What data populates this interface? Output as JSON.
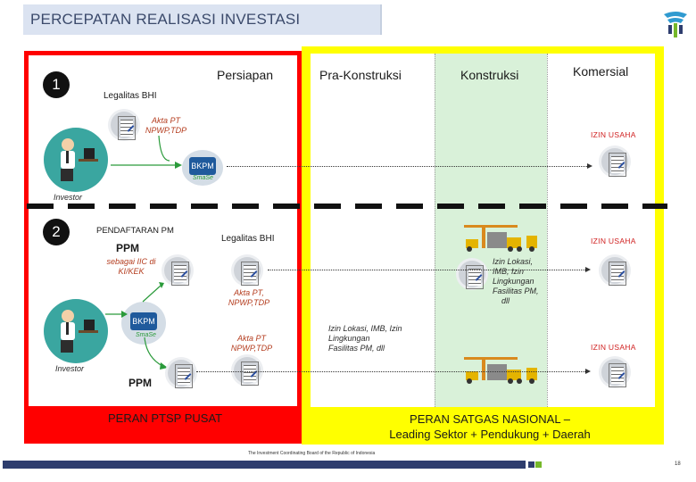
{
  "title": "PERCEPATAN REALISASI INVESTASI",
  "headers": {
    "persiapan": "Persiapan",
    "pra_konstruksi": "Pra-Konstruksi",
    "konstruksi": "Konstruksi",
    "komersial": "Komersial"
  },
  "step1": {
    "number": "1",
    "legalitas": "Legalitas BHI",
    "akta": [
      "Akta PT",
      "NPWP,TDP"
    ],
    "bkpm_sub": "SmaSe",
    "investor": "Investor",
    "izin_usaha": "IZIN USAHA"
  },
  "step2": {
    "number": "2",
    "pendaftaran": "PENDAFTARAN PM",
    "ppm_top": "PPM",
    "sebagai": [
      "sebagai IIC di",
      "KI/KEK"
    ],
    "legalitas": "Legalitas BHI",
    "izin_usaha_1": "IZIN USAHA",
    "izin_lokasi_1": [
      "Izin Lokasi,",
      "IMB, Izin",
      "Lingkungan",
      "Fasilitas PM,",
      "dll"
    ],
    "akta_mid": [
      "Akta PT,",
      "NPWP,TDP"
    ],
    "akta_low": [
      "Akta PT",
      "NPWP,TDP"
    ],
    "izin_lokasi_2": [
      "Izin Lokasi, IMB, Izin",
      "Lingkungan",
      "Fasilitas PM, dll"
    ],
    "izin_usaha_2": "IZIN USAHA",
    "bkpm_sub": "SmaSe",
    "investor": "Investor",
    "ppm_bottom": "PPM"
  },
  "bkpm_label": "BKPM",
  "roles": {
    "ptsp": "PERAN PTSP PUSAT",
    "satgas_line1": "PERAN SATGAS NASIONAL –",
    "satgas_line2": "Leading Sektor + Pendukung + Daerah"
  },
  "footer": {
    "org": "The Investment Coordinating Board of the Republic of Indonesia",
    "page": "18"
  },
  "colors": {
    "red": "#ff0000",
    "yellow": "#ffff00",
    "green_column": "#c9ebc9",
    "navy": "#2e3d6e"
  }
}
